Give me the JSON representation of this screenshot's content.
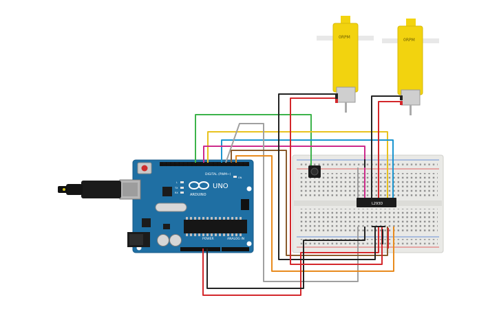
{
  "motors": {
    "left": {
      "speed_label": "0RPM"
    },
    "right": {
      "speed_label": "0RPM"
    }
  },
  "arduino": {
    "brand": "ARDUINO",
    "model": "UNO",
    "digital_label": "DIGITAL (PWM~)",
    "power_label": "POWER",
    "analog_label": "ANALOG IN",
    "led_on": "ON",
    "led_l": "L",
    "led_tx": "TX",
    "led_rx": "RX"
  },
  "driver_ic": {
    "label": "L293D"
  },
  "colors": {
    "motor_yellow": "#f2d30f",
    "board_blue": "#1f6fa3",
    "breadboard": "#e8e8e6",
    "wire_green": "#3cb34a",
    "wire_yellow": "#e8c21e",
    "wire_blue": "#1a95d0",
    "wire_magenta": "#cc2a8a",
    "wire_gray": "#a0a0a0",
    "wire_orange": "#e88a1c",
    "wire_red": "#d3262a",
    "wire_black": "#222222",
    "wire_brown": "#8a5a2b"
  }
}
